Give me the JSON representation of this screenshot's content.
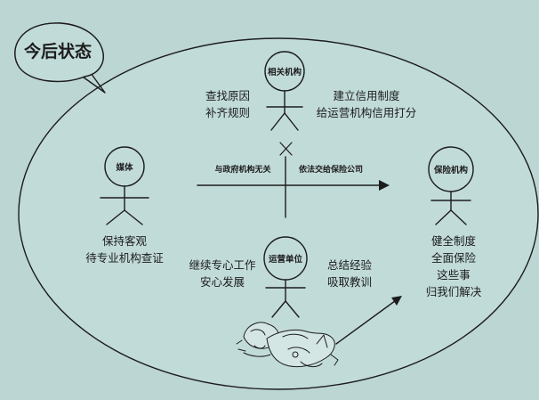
{
  "title": "今后状态",
  "actors": {
    "related_agency": {
      "name": "相关机构",
      "left_lines": [
        "查找原因",
        "补齐规则"
      ],
      "right_lines": [
        "建立信用制度",
        "给运营机构信用打分"
      ]
    },
    "media": {
      "name": "媒体",
      "lines": [
        "保持客观",
        "待专业机构查证"
      ]
    },
    "insurer": {
      "name": "保险机构",
      "lines": [
        "健全制度",
        "全面保险",
        "这些事",
        "归我们解决"
      ]
    },
    "operator": {
      "name": "运营单位",
      "left_lines": [
        "继续专心工作",
        "安心发展"
      ],
      "right_lines": [
        "总结经验",
        "吸取教训"
      ]
    }
  },
  "captions": {
    "left": "与政府机构无关",
    "right": "依法交给保险公司"
  }
}
